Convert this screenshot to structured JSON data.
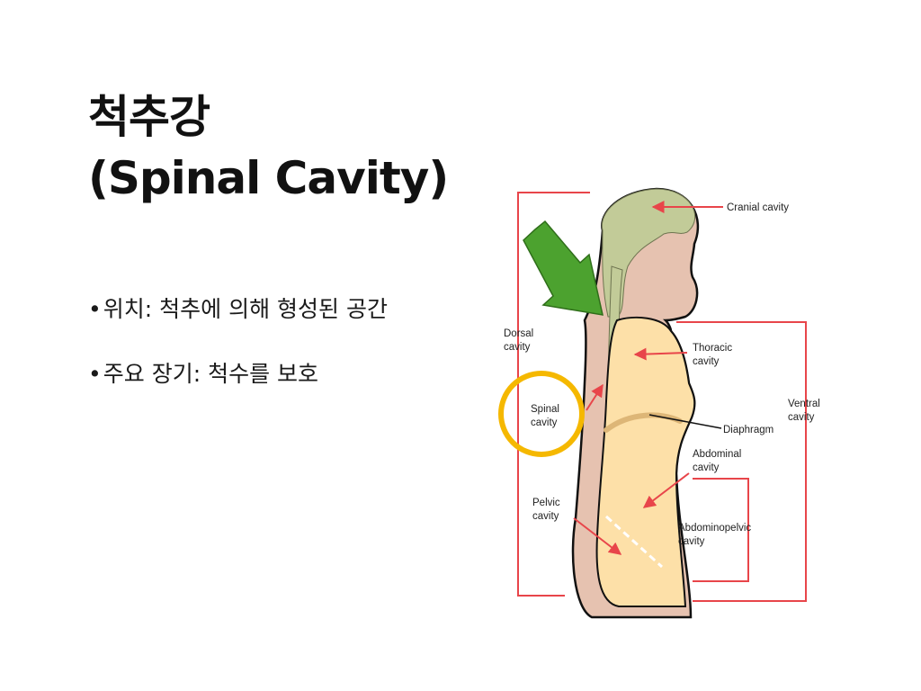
{
  "slide": {
    "title_line1": "척추강",
    "title_line2": "(Spinal Cavity)",
    "bullets": [
      {
        "bullet": "•",
        "text": "위치: 척추에 의해 형성된 공간"
      },
      {
        "bullet": "•",
        "text": "주요 장기: 척수를 보호"
      }
    ]
  },
  "diagram": {
    "labels": {
      "cranial": "Cranial cavity",
      "dorsal_line1": "Dorsal",
      "dorsal_line2": "cavity",
      "spinal_line1": "Spinal",
      "spinal_line2": "cavity",
      "thoracic_line1": "Thoracic",
      "thoracic_line2": "cavity",
      "ventral_line1": "Ventral",
      "ventral_line2": "cavity",
      "diaphragm": "Diaphragm",
      "abdominal_line1": "Abdominal",
      "abdominal_line2": "cavity",
      "pelvic_line1": "Pelvic",
      "pelvic_line2": "cavity",
      "abdominopelvic_line1": "Abdominopelvic",
      "abdominopelvic_line2": "cavity"
    },
    "colors": {
      "body": "#e6c2b0",
      "cranial_spinal": "#c2cb98",
      "ventral": "#fde0a8",
      "bracket": "#e8454a",
      "highlight_circle": "#f5b800",
      "pointer_arrow": "#4ca22f"
    }
  }
}
